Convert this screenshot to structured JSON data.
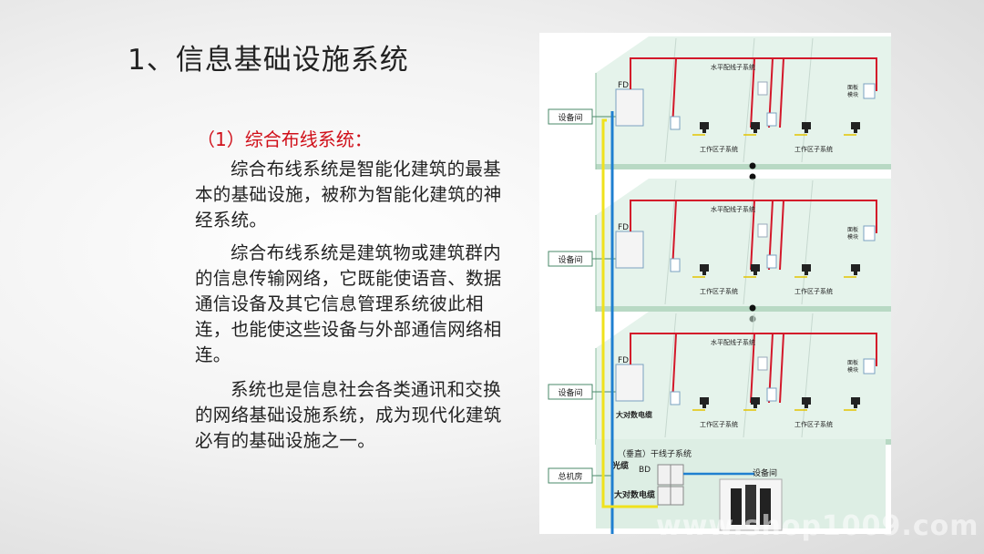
{
  "slide": {
    "title": "1、信息基础设施系统",
    "subtitle": "（1）综合布线系统：",
    "paragraphs": [
      "综合布线系统是智能化建筑的最基本的基础设施，被称为智能化建筑的神经系统。",
      "综合布线系统是建筑物或建筑群内的信息传输网络，它既能使语音、数据通信设备及其它信息管理系统彼此相连，也能使这些设备与外部通信网络相连。",
      "系统也是信息社会各类通讯和交换的网络基础设施系统，成为现代化建筑必有的基础设施之一。"
    ]
  },
  "diagram": {
    "floors": [
      {
        "room_label": "设备间",
        "fd_label": "FD",
        "horizontal_label": "水平配线子系统",
        "panel_label_1": "面板",
        "panel_label_2": "模块",
        "work_area_1": "工作区子系统",
        "work_area_2": "工作区子系统"
      },
      {
        "room_label": "设备间",
        "fd_label": "FD",
        "horizontal_label": "水平配线子系统",
        "panel_label_1": "面板",
        "panel_label_2": "模块",
        "work_area_1": "工作区子系统",
        "work_area_2": "工作区子系统"
      },
      {
        "room_label": "设备间",
        "fd_label": "FD",
        "horizontal_label": "水平配线子系统",
        "panel_label_1": "面板",
        "panel_label_2": "模块",
        "work_area_1": "工作区子系统",
        "work_area_2": "工作区子系统",
        "cable_label": "大对数电缆"
      }
    ],
    "basement": {
      "room_label": "总机房",
      "backbone_label": "（垂直）干线子系统",
      "fiber_label": "光缆",
      "bd_label": "BD",
      "cable_label": "大对数电缆",
      "equipment_label": "设备间"
    },
    "watermark": "www.shop1009.com",
    "colors": {
      "horizontal_cable": "#d3182a",
      "backbone_blue": "#1f7fd0",
      "backbone_yellow": "#f0e21c",
      "wall": "#cfe9da"
    }
  }
}
